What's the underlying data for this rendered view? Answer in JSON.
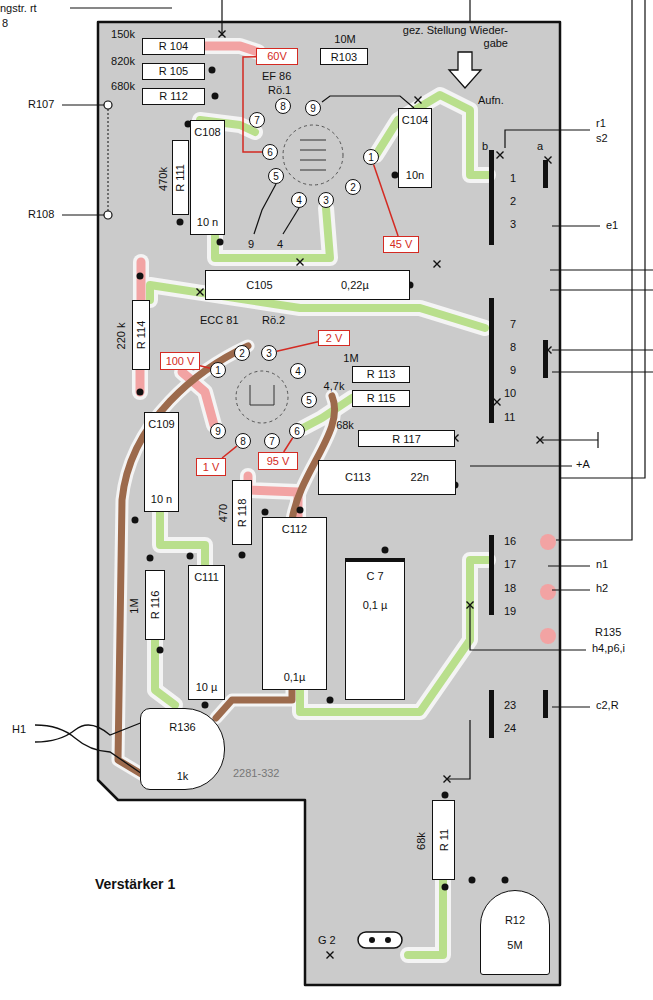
{
  "diagram": {
    "title": "Verstärker 1",
    "nodes": [
      {
        "text": [
          "150k",
          "R 104"
        ]
      },
      {
        "text": [
          "820k",
          "R 105"
        ]
      },
      {
        "text": [
          "680k",
          "R 112"
        ]
      },
      {
        "text": [
          "60V"
        ]
      },
      {
        "text": [
          "10M",
          "R103"
        ]
      },
      {
        "text": [
          "8"
        ]
      },
      {
        "text": [
          "9"
        ]
      },
      {
        "text": [
          "7"
        ]
      },
      {
        "text": [
          "C104",
          "10n"
        ]
      },
      {
        "text": [
          "1"
        ]
      },
      {
        "text": [
          "6"
        ]
      },
      {
        "text": [
          "5"
        ]
      },
      {
        "text": [
          "2"
        ]
      },
      {
        "text": [
          "4"
        ]
      },
      {
        "text": [
          "3"
        ]
      },
      {
        "text": [
          "470k",
          "R 111"
        ]
      },
      {
        "text": [
          "C108",
          "10 n"
        ]
      },
      {
        "text": [
          "45 V"
        ]
      },
      {
        "text": [
          "C105",
          "0,22µ"
        ]
      },
      {
        "text": [
          "220 k",
          "R 114"
        ]
      },
      {
        "text": [
          "2"
        ]
      },
      {
        "text": [
          "3"
        ]
      },
      {
        "text": [
          "2 V"
        ]
      },
      {
        "text": [
          "1"
        ]
      },
      {
        "text": [
          "100 V"
        ]
      },
      {
        "text": [
          "4"
        ]
      },
      {
        "text": [
          "1M",
          "R 113"
        ]
      },
      {
        "text": [
          "4,7k",
          "R 115"
        ]
      },
      {
        "text": [
          "5"
        ]
      },
      {
        "text": [
          "C109",
          "10 n"
        ]
      },
      {
        "text": [
          "9"
        ]
      },
      {
        "text": [
          "6"
        ]
      },
      {
        "text": [
          "68k",
          "R 117"
        ]
      },
      {
        "text": [
          "8"
        ]
      },
      {
        "text": [
          "7"
        ]
      },
      {
        "text": [
          "1 V"
        ]
      },
      {
        "text": [
          "95 V"
        ]
      },
      {
        "text": [
          "C113",
          "22n"
        ]
      },
      {
        "text": [
          "470",
          "R 118"
        ]
      },
      {
        "text": [
          "C112",
          "0,1µ"
        ]
      },
      {
        "text": [
          "C 7",
          "0,1 µ"
        ]
      },
      {
        "text": [
          "1M",
          "R 116"
        ]
      },
      {
        "text": [
          "C111",
          "10 µ"
        ]
      },
      {
        "text": [
          "R136",
          "1k"
        ]
      },
      {
        "text": [
          "68k",
          "R 11"
        ]
      },
      {
        "text": [
          "R12",
          "5M"
        ]
      }
    ],
    "edges": [
      {
        "from": 3,
        "to": 10,
        "arrow": "none"
      },
      {
        "from": 17,
        "to": 9,
        "arrow": "none"
      },
      {
        "from": 24,
        "to": 23,
        "arrow": "none"
      },
      {
        "from": 22,
        "to": 21,
        "arrow": "none"
      },
      {
        "from": 35,
        "to": 33,
        "arrow": "none"
      },
      {
        "from": 36,
        "to": 31,
        "arrow": "none"
      }
    ],
    "labels": [
      "ngstr. rt",
      "8",
      "R107",
      "R108",
      "gez. Stellung Wieder- gabe",
      "Aufn.",
      "r1",
      "s2",
      "b",
      "a",
      "EF 86",
      "Rö.1",
      "9",
      "4",
      "1",
      "2",
      "3",
      "e1",
      "ECC 81",
      "Rö.2",
      "7",
      "8",
      "9",
      "10",
      "11",
      "+A",
      "16",
      "17",
      "18",
      "19",
      "n1",
      "h2",
      "R135",
      "h4,p6,i",
      "23",
      "24",
      "c2,R",
      "H1",
      "2281-332",
      "G 2"
    ]
  }
}
